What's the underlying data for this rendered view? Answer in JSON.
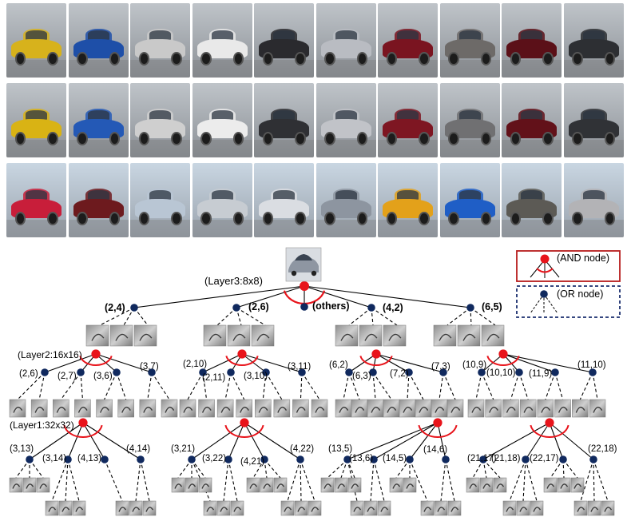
{
  "figure": {
    "root_label": "(Layer3:8x8)",
    "others_label": "(others)",
    "layer2_label": "(Layer2:16x16)",
    "layer1_label": "(Layer1:32x32)",
    "layer3_children": [
      "(2,4)",
      "(2,6)",
      "(4,2)",
      "(6,5)"
    ],
    "layer2_groups": [
      [
        "(2,6)",
        "(2,7)",
        "(3,6)",
        "(3,7)"
      ],
      [
        "(2,10)",
        "(2,11)",
        "(3,10)",
        "(3,11)"
      ],
      [
        "(6,2)",
        "(6,3)",
        "(7,2)",
        "(7,3)"
      ],
      [
        "(10,9)",
        "(10,10)",
        "(11,9)",
        "(11,10)"
      ]
    ],
    "layer1_groups": [
      [
        "(3,13)",
        "(3,14)",
        "(4,13)",
        "(4,14)"
      ],
      [
        "(3,21)",
        "(3,22)",
        "(4,21)",
        "(4,22)"
      ],
      [
        "(13,5)",
        "(13,6)",
        "(14,5)",
        "(14,6)"
      ],
      [
        "(21,17)",
        "(21,18)",
        "(22,17)",
        "(22,18)"
      ]
    ]
  },
  "legend": {
    "and_label": "(AND node)",
    "or_label": "(OR node)"
  },
  "colors": {
    "and_node": "#e8141b",
    "or_node": "#10295e",
    "legend_and_border": "#b71c1c",
    "legend_or_border": "#1a2e6e"
  },
  "photos": {
    "row1": [
      "#d7b21c",
      "#1e4fa8",
      "#c9c9c9",
      "#e9e9e9",
      "#2a2a2e",
      "#b9bcc2",
      "#7a1420",
      "#6d6a68",
      "#5b1018",
      "#2d2f33"
    ],
    "row2": [
      "#d9b314",
      "#2459b6",
      "#cfcfcf",
      "#ececec",
      "#2f3034",
      "#c1c3c8",
      "#7e1622",
      "#707072",
      "#621119",
      "#303236"
    ],
    "row3": [
      "#c81e3a",
      "#6d1a1e",
      "#b9c6d4",
      "#c7ccd2",
      "#dadde2",
      "#8d95a0",
      "#e3a11a",
      "#1f5ec6",
      "#5c5a55",
      "#b3b3b6"
    ]
  }
}
